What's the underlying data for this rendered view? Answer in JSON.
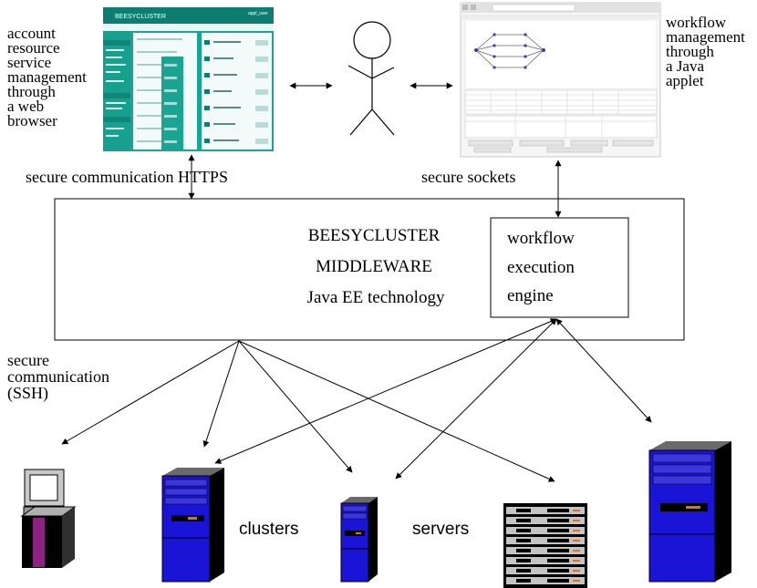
{
  "left_note": [
    "account",
    "resource",
    "service",
    "management",
    "through",
    "a web",
    "browser"
  ],
  "right_note": [
    "workflow",
    "management",
    "through",
    "a Java",
    "applet"
  ],
  "https_label": "secure communication HTTPS",
  "sockets_label": "secure sockets",
  "middleware": {
    "line1": "BEESYCLUSTER",
    "line2": "MIDDLEWARE",
    "line3": "Java EE technology"
  },
  "engine": {
    "line1": "workflow",
    "line2": "execution",
    "line3": "engine"
  },
  "ssh_label": [
    "secure",
    "communication",
    "(SSH)"
  ],
  "clusters_label": "clusters",
  "servers_label": "servers",
  "browser_shot": {
    "logo": "BEESYCLUSTER",
    "top_right": "appl_user"
  },
  "colors": {
    "teal": "#1aa493",
    "teal_dark": "#0c7d70",
    "server_blue": "#1a14d6",
    "purple": "#8e2280",
    "orange": "#e07020"
  }
}
